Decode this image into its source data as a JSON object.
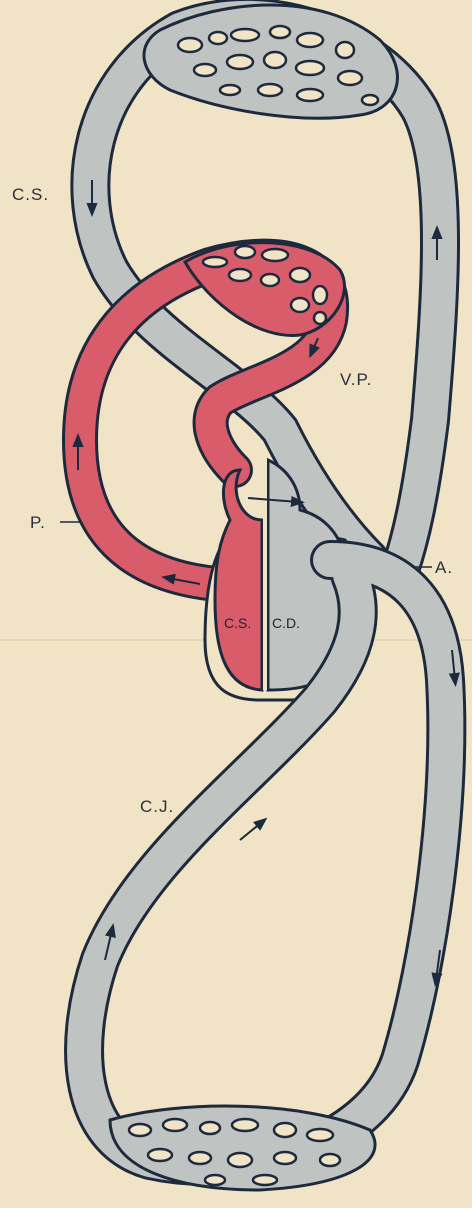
{
  "labels": {
    "cs_top": "C.S.",
    "vp": "V.P.",
    "p": "P.",
    "a": "A.",
    "cj": "C.J.",
    "heart_left": "C.S.",
    "heart_right": "C.D."
  },
  "colors": {
    "paper": "#f1e3c6",
    "venous_gray": "#bfc3c2",
    "arterial_red": "#d95c6a",
    "outline": "#1d2a3d"
  }
}
